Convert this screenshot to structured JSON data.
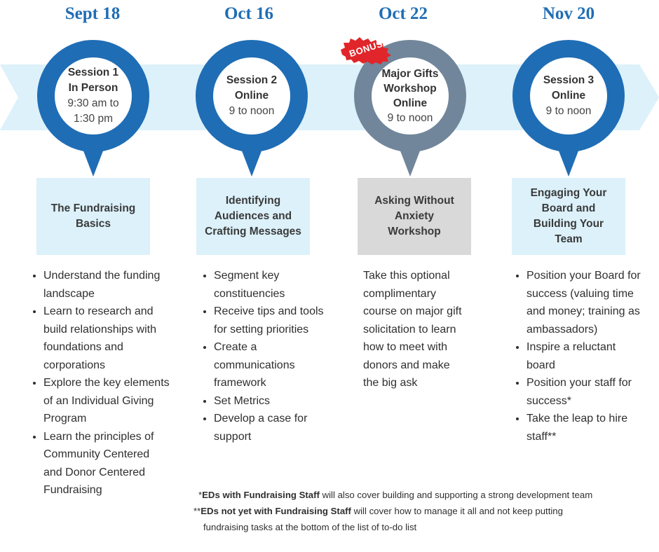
{
  "dates": [
    "Sept 18",
    "Oct 16",
    "Oct 22",
    "Nov 20"
  ],
  "sessions": [
    {
      "line1": "Session 1",
      "line2": "In Person",
      "line3": "9:30 am to",
      "line4": "1:30 pm"
    },
    {
      "line1": "Session 2",
      "line2": "Online",
      "line3": "9 to noon"
    },
    {
      "line1": "Major Gifts",
      "line2": "Workshop",
      "line3": "Online",
      "line4": "9 to noon"
    },
    {
      "line1": "Session 3",
      "line2": "Online",
      "line3": "9 to noon"
    }
  ],
  "bonus_label": "BONUS",
  "topics": [
    {
      "line1": "The Fundraising",
      "line2": "Basics"
    },
    {
      "line1": "Identifying",
      "line2": "Audiences and",
      "line3": "Crafting Messages"
    },
    {
      "line1": "Asking Without",
      "line2": "Anxiety",
      "line3": "Workshop"
    },
    {
      "line1": "Engaging Your",
      "line2": "Board and",
      "line3": "Building Your",
      "line4": "Team"
    }
  ],
  "details": {
    "col1": [
      "Understand the funding landscape",
      "Learn to research and build relationships with foundations and corporations",
      "Explore the key elements of an Individual Giving Program",
      "Learn the principles of Community Centered and Donor Centered Fundraising"
    ],
    "col2": [
      "Segment key constituencies",
      "Receive tips and tools for setting priorities",
      "Create a communications framework",
      "Set Metrics",
      "Develop a case for support"
    ],
    "col3": "Take this optional complimentary course on major gift solicitation to learn how to meet with donors and make the big ask",
    "col4": [
      "Position your Board for success (valuing time and money; training as ambassadors)",
      "Inspire a reluctant board",
      "Position your staff for success*",
      "Take the leap to hire staff**"
    ]
  },
  "footnotes": {
    "n1_mark": "*",
    "n1_bold": "EDs with Fundraising Staff",
    "n1_text": " will also cover building and supporting a strong development team",
    "n2_mark": "**",
    "n2_bold": "EDs not yet with Fundraising Staff",
    "n2_text": " will cover how to manage it all and not keep putting",
    "n2_text_cont": "fundraising tasks at the bottom of the list of to-do list"
  },
  "colors": {
    "accent_blue": "#1f6db5",
    "band": "#dcf1fa",
    "bonus_pin": "#71869a",
    "bonus_badge": "#e0262b",
    "grey_box": "#d9d9d9"
  }
}
